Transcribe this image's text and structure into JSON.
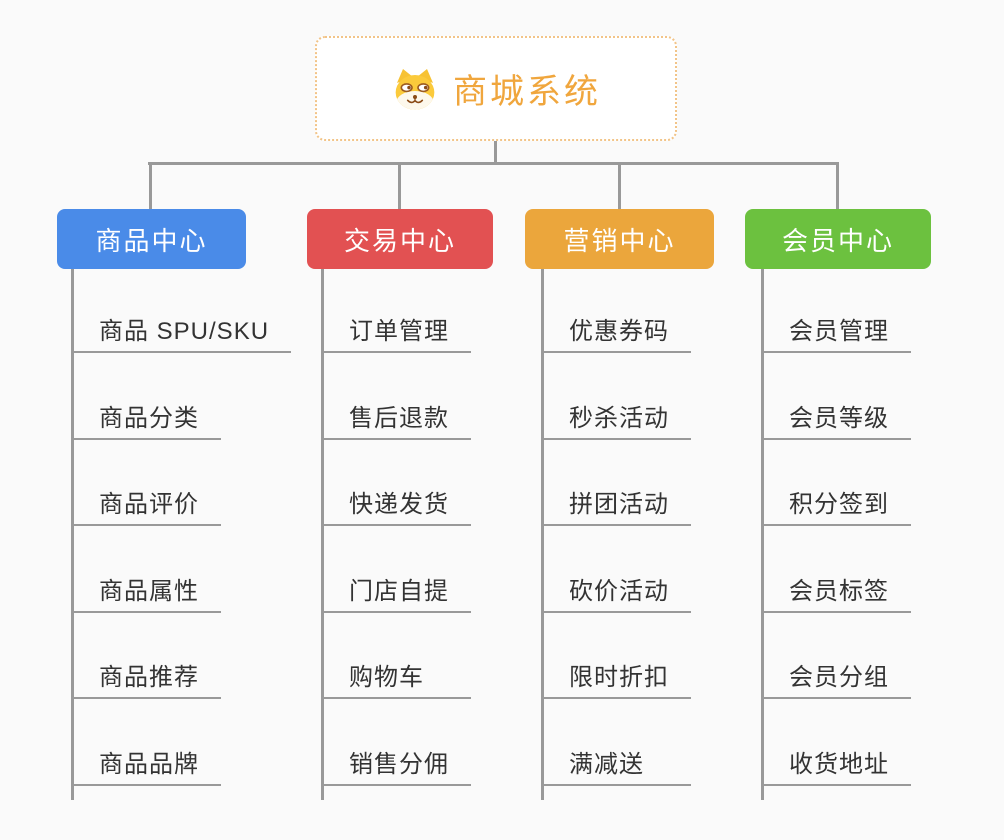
{
  "root": {
    "title": "商城系统",
    "icon": "dog-face-icon"
  },
  "colors": {
    "background": "#FAFAFA",
    "connector": "#999999",
    "root_border": "#F2C488",
    "root_text": "#F0A63D",
    "item_text": "#333333",
    "branch_label_text": "#FFFFFF"
  },
  "branches": [
    {
      "label": "商品中心",
      "color": "#4A8BE8",
      "items": [
        "商品 SPU/SKU",
        "商品分类",
        "商品评价",
        "商品属性",
        "商品推荐",
        "商品品牌"
      ]
    },
    {
      "label": "交易中心",
      "color": "#E25152",
      "items": [
        "订单管理",
        "售后退款",
        "快递发货",
        "门店自提",
        "购物车",
        "销售分佣"
      ]
    },
    {
      "label": "营销中心",
      "color": "#EBA63C",
      "items": [
        "优惠券码",
        "秒杀活动",
        "拼团活动",
        "砍价活动",
        "限时折扣",
        "满减送"
      ]
    },
    {
      "label": "会员中心",
      "color": "#6CC13F",
      "items": [
        "会员管理",
        "会员等级",
        "积分签到",
        "会员标签",
        "会员分组",
        "收货地址"
      ]
    }
  ]
}
